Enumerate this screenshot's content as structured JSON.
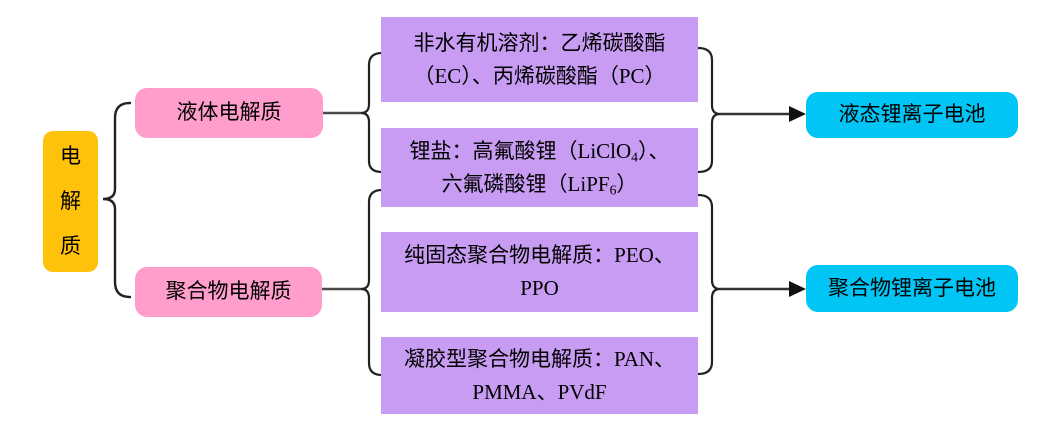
{
  "root": {
    "label": "电解质"
  },
  "branches": [
    {
      "label": "液体电解质"
    },
    {
      "label": "聚合物电解质"
    }
  ],
  "details": [
    {
      "line1": "非水有机溶剂：乙烯碳酸酯",
      "line2": "（EC）、丙烯碳酸酯（PC）"
    },
    {
      "line1_pre": "锂盐：高氟酸锂（LiClO",
      "line1_sub": "4",
      "line1_post": "）、",
      "line2_pre": "六氟磷酸锂（LiPF",
      "line2_sub": "6",
      "line2_post": "）"
    },
    {
      "line1": "纯固态聚合物电解质：PEO、",
      "line2": "PPO"
    },
    {
      "line1": "凝胶型聚合物电解质：PAN、",
      "line2": "PMMA、PVdF"
    }
  ],
  "outcomes": [
    {
      "label": "液态锂离子电池"
    },
    {
      "label": "聚合物锂离子电池"
    }
  ],
  "colors": {
    "root_bg": "#FFC20A",
    "branch_bg": "#FF9ECD",
    "detail_bg": "#C79CF2",
    "outcome_bg": "#00C5F5",
    "line": "#4a4a4a",
    "brace": "#222222",
    "arrowhead": "#111111",
    "text": "#000000"
  }
}
